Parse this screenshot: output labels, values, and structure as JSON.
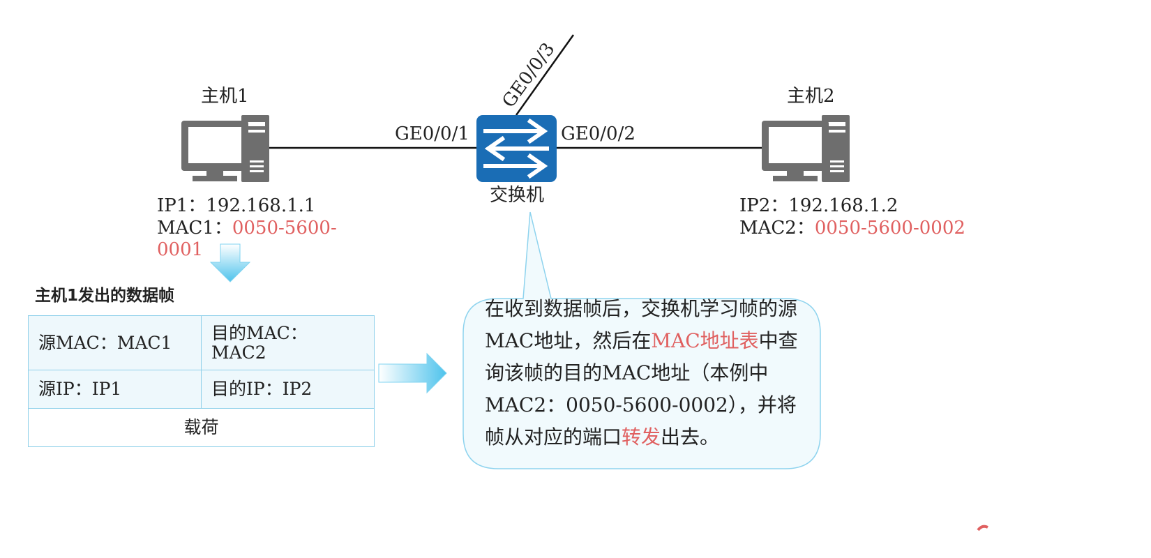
{
  "host1": {
    "name": "主机1",
    "ip_label": "IP1：",
    "ip": "192.168.1.1",
    "mac_label": "MAC1：",
    "mac_line1": "0050-5600-",
    "mac_line2": "0001"
  },
  "host2": {
    "name": "主机2",
    "ip_label": "IP2：",
    "ip": "192.168.1.2",
    "mac_label": "MAC2：",
    "mac": "0050-5600-0002"
  },
  "switch": {
    "name": "交换机",
    "port1": "GE0/0/1",
    "port2": "GE0/0/2",
    "port3": "GE0/0/3"
  },
  "frame": {
    "title": "主机1发出的数据帧",
    "src_mac": "源MAC：MAC1",
    "dst_mac_line1": "目的MAC：",
    "dst_mac_line2": "MAC2",
    "src_ip": "源IP：IP1",
    "dst_ip": "目的IP：IP2",
    "payload": "载荷"
  },
  "callout": {
    "p1": "在收到数据帧后，交换机学习帧的源MAC地址，然后在",
    "hl1": "MAC地址表",
    "p2": "中查询该帧的目的MAC地址（本例中MAC2：0050-5600-0002），并将帧从对应的端口",
    "hl2": "转发",
    "p3": "出去。"
  },
  "colors": {
    "highlight": "#e06060",
    "switch_blue": "#1a6db5",
    "pc_gray": "#6e6e6e",
    "accent_cyan": "#5cc7ea"
  }
}
